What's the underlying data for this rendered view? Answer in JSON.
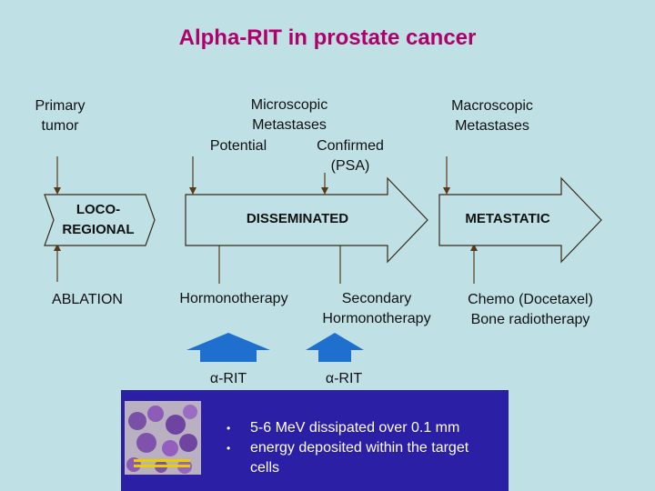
{
  "title": "Alpha-RIT in prostate cancer",
  "headers": {
    "primary": [
      "Primary",
      "tumor"
    ],
    "microscopic": [
      "Microscopic",
      "Metastases"
    ],
    "potential": "Potential",
    "confirmed": [
      "Confirmed",
      "(PSA)"
    ],
    "macroscopic": [
      "Macroscopic",
      "Metastases"
    ]
  },
  "stages": {
    "loco": [
      "LOCO-",
      "REGIONAL"
    ],
    "disseminated": "DISSEMINATED",
    "metastatic": "METASTATIC"
  },
  "treatments": {
    "ablation": "ABLATION",
    "hormonotherapy": "Hormonotherapy",
    "secondary": [
      "Secondary",
      "Hormonotherapy"
    ],
    "chemo": [
      "Chemo (Docetaxel)",
      "Bone radiotherapy"
    ]
  },
  "alpha_rit": [
    "α-RIT",
    "α-RIT"
  ],
  "bullets": [
    "5-6 MeV dissipated over 0.1 mm",
    "energy deposited within the target",
    "cells"
  ],
  "bullet_marker": "•",
  "colors": {
    "title": "#b0006a",
    "background": "#bfe0e5",
    "arrow_fill": "#1f6fcf",
    "box_fill": "#2b1fa6",
    "stage_fill": "#bfe0e5"
  }
}
